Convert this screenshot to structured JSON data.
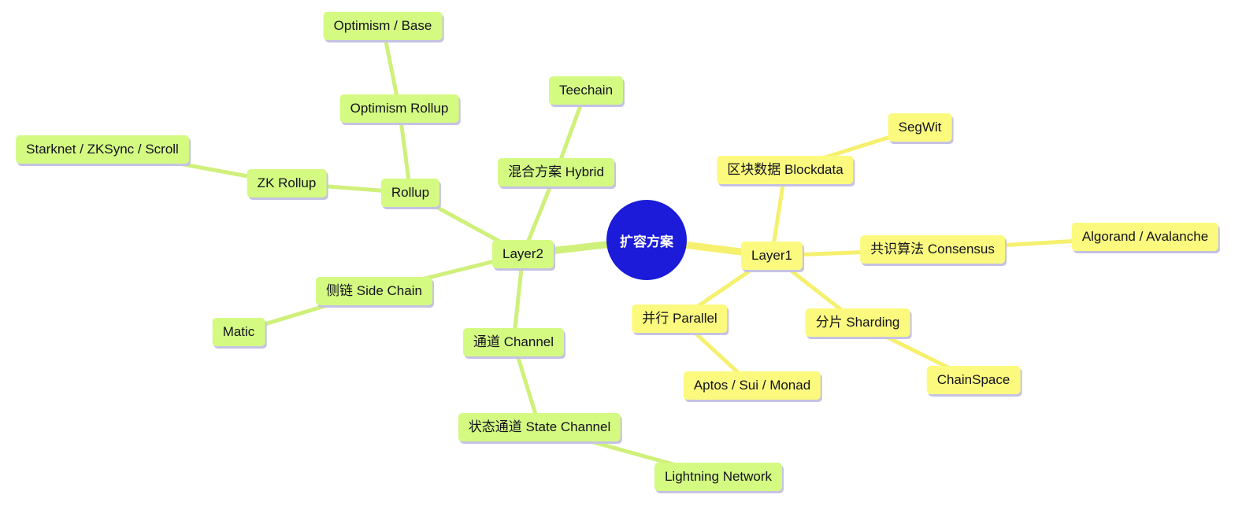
{
  "diagram": {
    "title": "扩容方案 mind map",
    "center": {
      "label": "扩容方案"
    },
    "nodes": {
      "layer2": {
        "label": "Layer2",
        "branch": "left"
      },
      "rollup": {
        "label": "Rollup",
        "branch": "left"
      },
      "zk_rollup": {
        "label": "ZK Rollup",
        "branch": "left"
      },
      "starknet": {
        "label": "Starknet / ZKSync / Scroll",
        "branch": "left"
      },
      "optimism_rollup": {
        "label": "Optimism Rollup",
        "branch": "left"
      },
      "optimism_base": {
        "label": "Optimism / Base",
        "branch": "left"
      },
      "hybrid": {
        "label": "混合方案 Hybrid",
        "branch": "left"
      },
      "teechain": {
        "label": "Teechain",
        "branch": "left"
      },
      "side_chain": {
        "label": "侧链 Side Chain",
        "branch": "left"
      },
      "matic": {
        "label": "Matic",
        "branch": "left"
      },
      "channel": {
        "label": "通道 Channel",
        "branch": "left"
      },
      "state_channel": {
        "label": "状态通道 State Channel",
        "branch": "left"
      },
      "lightning": {
        "label": "Lightning Network",
        "branch": "left"
      },
      "layer1": {
        "label": "Layer1",
        "branch": "right"
      },
      "blockdata": {
        "label": "区块数据 Blockdata",
        "branch": "right"
      },
      "segwit": {
        "label": "SegWit",
        "branch": "right"
      },
      "consensus": {
        "label": "共识算法 Consensus",
        "branch": "right"
      },
      "algorand": {
        "label": "Algorand / Avalanche",
        "branch": "right"
      },
      "parallel": {
        "label": "并行 Parallel",
        "branch": "right"
      },
      "aptos": {
        "label": "Aptos / Sui / Monad",
        "branch": "right"
      },
      "sharding": {
        "label": "分片 Sharding",
        "branch": "right"
      },
      "chainspace": {
        "label": "ChainSpace",
        "branch": "right"
      }
    },
    "edges": [
      {
        "from": "center",
        "to": "layer2"
      },
      {
        "from": "layer2",
        "to": "rollup"
      },
      {
        "from": "rollup",
        "to": "zk_rollup"
      },
      {
        "from": "zk_rollup",
        "to": "starknet"
      },
      {
        "from": "rollup",
        "to": "optimism_rollup"
      },
      {
        "from": "optimism_rollup",
        "to": "optimism_base"
      },
      {
        "from": "layer2",
        "to": "hybrid"
      },
      {
        "from": "hybrid",
        "to": "teechain"
      },
      {
        "from": "layer2",
        "to": "side_chain"
      },
      {
        "from": "side_chain",
        "to": "matic"
      },
      {
        "from": "layer2",
        "to": "channel"
      },
      {
        "from": "channel",
        "to": "state_channel"
      },
      {
        "from": "state_channel",
        "to": "lightning"
      },
      {
        "from": "center",
        "to": "layer1"
      },
      {
        "from": "layer1",
        "to": "blockdata"
      },
      {
        "from": "blockdata",
        "to": "segwit"
      },
      {
        "from": "layer1",
        "to": "consensus"
      },
      {
        "from": "consensus",
        "to": "algorand"
      },
      {
        "from": "layer1",
        "to": "parallel"
      },
      {
        "from": "parallel",
        "to": "aptos"
      },
      {
        "from": "layer1",
        "to": "sharding"
      },
      {
        "from": "sharding",
        "to": "chainspace"
      }
    ],
    "colors": {
      "center_node": "#1b1bd9",
      "left_node": "#d4fa82",
      "right_node": "#fbfa7e",
      "left_edge": "#cff07a",
      "right_edge": "#f5f06e",
      "node_shadow": "#c5c2e4",
      "text": "#13131f"
    }
  }
}
